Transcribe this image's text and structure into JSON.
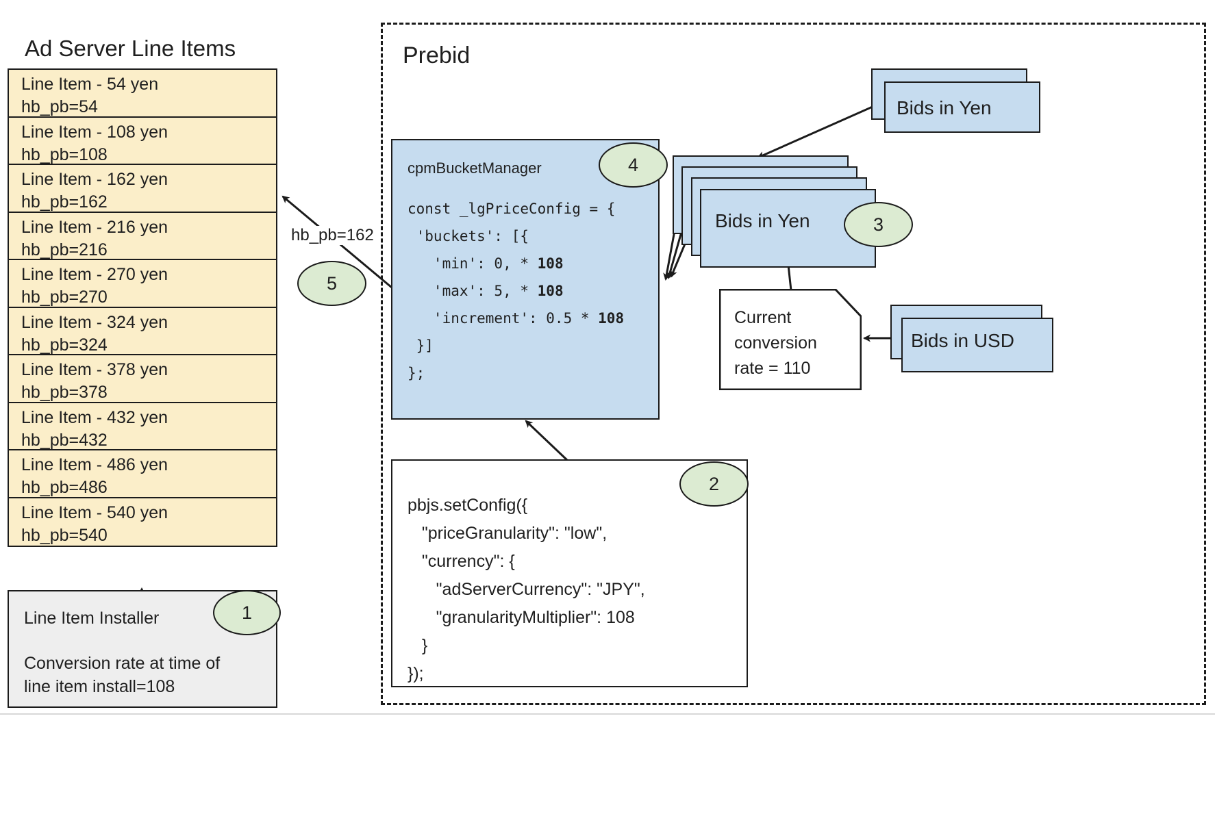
{
  "left_panel": {
    "title": "Ad Server Line Items",
    "line_items": [
      {
        "name": "Line Item - 54 yen",
        "key": "hb_pb=54"
      },
      {
        "name": "Line Item - 108 yen",
        "key": "hb_pb=108"
      },
      {
        "name": "Line Item - 162 yen",
        "key": "hb_pb=162"
      },
      {
        "name": "Line Item - 216 yen",
        "key": "hb_pb=216"
      },
      {
        "name": "Line Item - 270 yen",
        "key": "hb_pb=270"
      },
      {
        "name": "Line Item - 324 yen",
        "key": "hb_pb=324"
      },
      {
        "name": "Line Item - 378 yen",
        "key": "hb_pb=378"
      },
      {
        "name": "Line Item - 432 yen",
        "key": "hb_pb=432"
      },
      {
        "name": "Line Item - 486 yen",
        "key": "hb_pb=486"
      },
      {
        "name": "Line Item - 540 yen",
        "key": "hb_pb=540"
      }
    ],
    "installer": {
      "title": "Line Item Installer",
      "note_line1": "Conversion rate at time of",
      "note_line2": "line item install=108"
    }
  },
  "prebid": {
    "title": "Prebid",
    "cpm_bucket_manager": {
      "header": "cpmBucketManager",
      "code_lines": [
        "const _lgPriceConfig = {",
        " 'buckets': [{",
        "   'min': 0, * 108",
        "   'max': 5, * 108",
        "   'increment': 0.5 * 108",
        " }]",
        "};"
      ]
    },
    "set_config": {
      "lines": [
        "pbjs.setConfig({",
        "   \"priceGranularity\": \"low\",",
        "   \"currency\": {",
        "      \"adServerCurrency\": \"JPY\",",
        "      \"granularityMultiplier\": 108",
        "   }",
        "});"
      ]
    },
    "bids_yen_top_label": "Bids in Yen",
    "bids_yen_mid_label": "Bids in Yen",
    "bids_usd_label": "Bids in USD",
    "conversion_note": {
      "line1": "Current",
      "line2": "conversion",
      "line3": "rate = 110"
    }
  },
  "edge_labels": {
    "hb_pb": "hb_pb=162"
  },
  "badges": {
    "one": "1",
    "two": "2",
    "three": "3",
    "four": "4",
    "five": "5"
  },
  "colors": {
    "line_item_fill": "#fbeec9",
    "prebid_fill": "#c6dcef",
    "badge_fill": "#dcebd2",
    "installer_fill": "#eeeeee",
    "stroke": "#1b1b1b"
  }
}
